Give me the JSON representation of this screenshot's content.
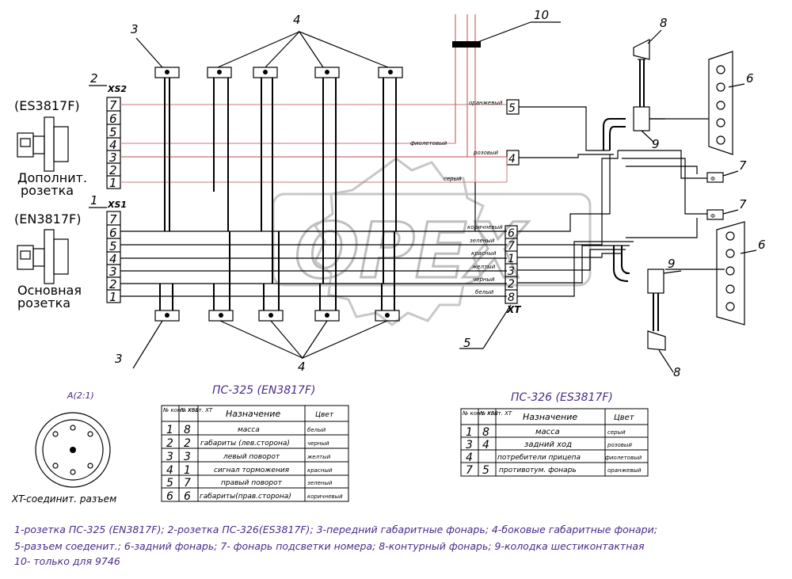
{
  "labels": {
    "n1": "1",
    "n2": "2",
    "n3": "3",
    "n4": "4",
    "n5": "5",
    "n6": "6",
    "n7": "7",
    "n8": "8",
    "n9": "9",
    "n10": "10",
    "xs1": "XS1",
    "xs2": "XS2",
    "xt": "XT",
    "aux_code": "(ES3817F)",
    "aux_name1": "Дополнит.",
    "aux_name2": "розетка",
    "main_code": "(EN3817F)",
    "main_name1": "Основная",
    "main_name2": "розетка",
    "view_a": "А(2:1)",
    "xt_caption": "XT-соединит. разъем",
    "watermark": "OPEX",
    "pin_labels": [
      "7",
      "6",
      "5",
      "4",
      "3",
      "2",
      "1"
    ]
  },
  "wire_labels": {
    "orange": "оранжевый",
    "violet": "фиолетовый",
    "pink": "розовый",
    "gray": "серый",
    "brown": "коричневый",
    "green": "зеленый",
    "red": "красный",
    "yellow": "желтый",
    "black": "черный",
    "white": "белый"
  },
  "xt_pins": {
    "top": [
      "5",
      "4"
    ],
    "bottom": [
      "6",
      "7",
      "1",
      "3",
      "2",
      "8"
    ]
  },
  "table1": {
    "title": "ПС-325 (EN3817F)",
    "h1": "№ конт. XS1",
    "h2": "№ конт. XT",
    "h3": "Назначение",
    "h4": "Цвет",
    "rows": [
      {
        "a": "1",
        "b": "8",
        "c": "масса",
        "d": "белый"
      },
      {
        "a": "2",
        "b": "2",
        "c": "габариты (лев.сторона)",
        "d": "черный"
      },
      {
        "a": "3",
        "b": "3",
        "c": "левый поворот",
        "d": "желтый"
      },
      {
        "a": "4",
        "b": "1",
        "c": "сигнал торможения",
        "d": "красный"
      },
      {
        "a": "5",
        "b": "7",
        "c": "правый поворот",
        "d": "зеленый"
      },
      {
        "a": "6",
        "b": "6",
        "c": "габариты(прав.сторона)",
        "d": "коричневый"
      }
    ]
  },
  "table2": {
    "title": "ПС-326 (ES3817F)",
    "h1": "№ конт. XS2",
    "h2": "№ конт. XT",
    "h3": "Назначение",
    "h4": "Цвет",
    "rows": [
      {
        "a": "1",
        "b": "8",
        "c": "масса",
        "d": "серый"
      },
      {
        "a": "3",
        "b": "4",
        "c": "задний ход",
        "d": "розовый"
      },
      {
        "a": "4",
        "b": "",
        "c": "потребители прицепа",
        "d": "фиолетовый"
      },
      {
        "a": "7",
        "b": "5",
        "c": "противотум. фонарь",
        "d": "оранжевый"
      }
    ]
  },
  "legend": [
    "1-розетка ПС-325 (EN3817F); 2-розетка ПС-326(ES3817F); 3-передний габаритные фонарь; 4-боковые габаритные фонари;",
    "5-разъем соеденит.;  6-задний фонарь; 7- фонарь подсветки номера; 8-контурный фонарь; 9-колодка шестиконтактная",
    "10- только для 9746"
  ]
}
